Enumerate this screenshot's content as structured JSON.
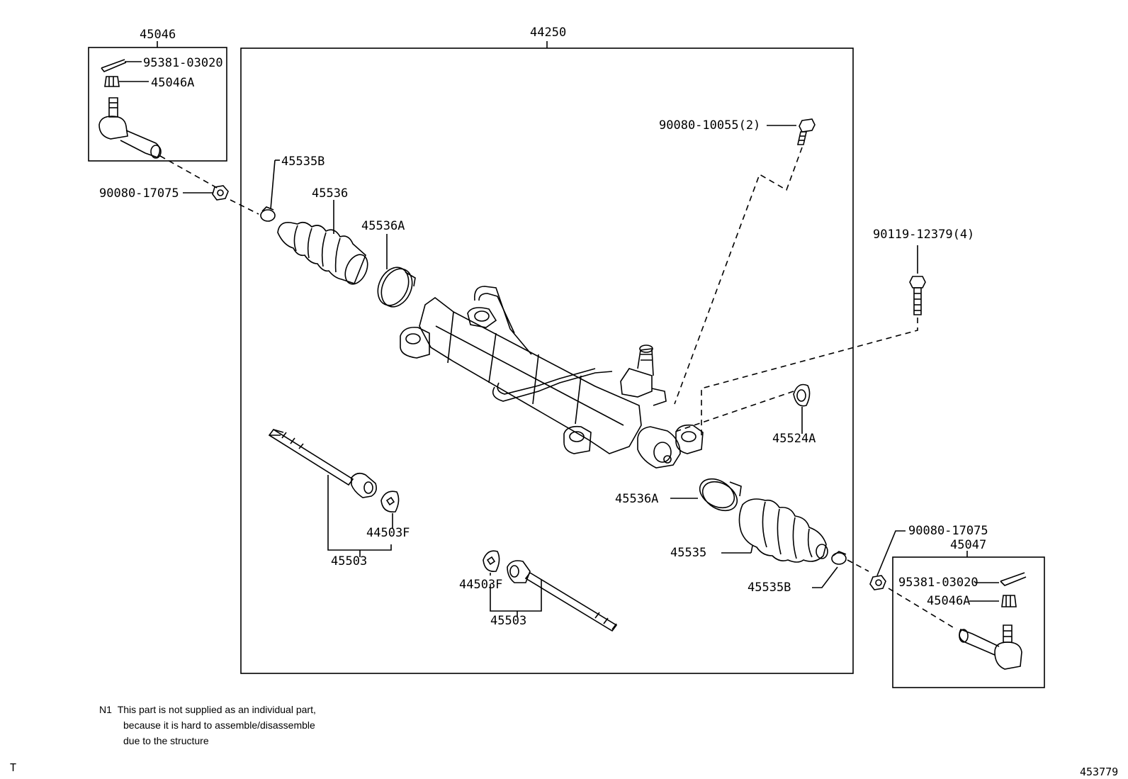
{
  "assemblies": {
    "left_tie_rod_end": "45046",
    "steering_gear": "44250",
    "right_tie_rod_end": "45047"
  },
  "callouts": {
    "pin_left": "95381-03020",
    "nut_left": "45046A",
    "locknut_left": "90080-17075",
    "clamp_left": "45535B",
    "boot_left": "45536",
    "clip_left": "45536A",
    "bolt_pinion": "90080-10055(2)",
    "bolt_mount": "90119-12379(4)",
    "washer": "45524A",
    "clip_right": "45536A",
    "boot_right": "45535",
    "clamp_right": "45535B",
    "locknut_right": "90080-17075",
    "pin_right": "95381-03020",
    "nut_right": "45046A",
    "washer_left": "44503F",
    "rack_end_left": "45503",
    "washer_right": "44503F",
    "rack_end_right": "45503"
  },
  "note": {
    "mark": "N1",
    "line1": "This part is not supplied as an individual part,",
    "line2": "because it is hard to assemble/disassemble",
    "line3": "due to the structure"
  },
  "footer": {
    "left_mark": "T",
    "illustration_number": "453779"
  }
}
